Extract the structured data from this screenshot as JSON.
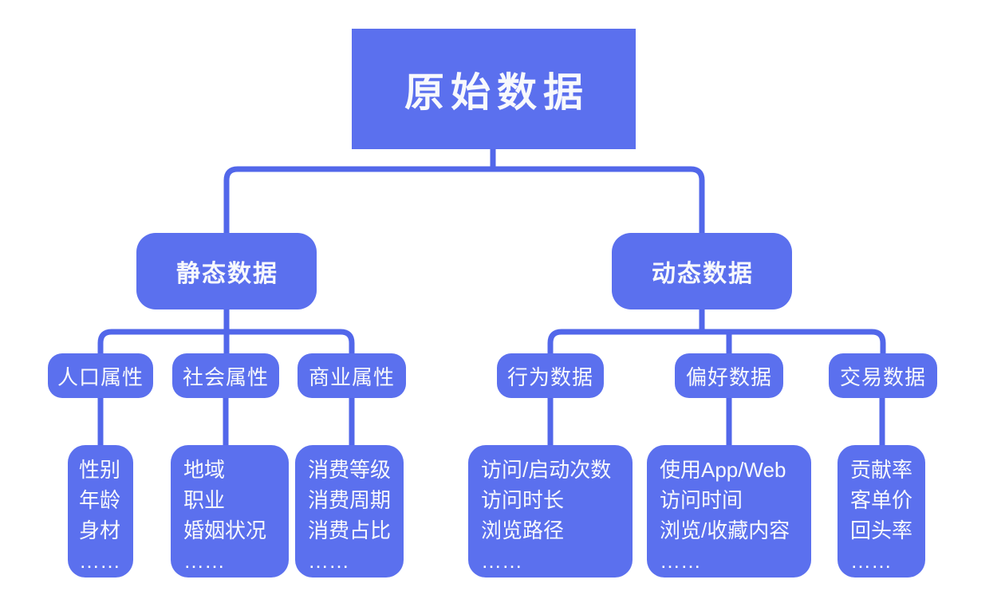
{
  "root": {
    "label": "原始数据"
  },
  "branches": [
    {
      "label": "静态数据",
      "children": [
        {
          "label": "人口属性",
          "details": [
            "性别",
            "年龄",
            "身材",
            "……"
          ]
        },
        {
          "label": "社会属性",
          "details": [
            "地域",
            "职业",
            "婚姻状况",
            "……"
          ]
        },
        {
          "label": "商业属性",
          "details": [
            "消费等级",
            "消费周期",
            "消费占比",
            "……"
          ]
        }
      ]
    },
    {
      "label": "动态数据",
      "children": [
        {
          "label": "行为数据",
          "details": [
            "访问/启动次数",
            "访问时长",
            "浏览路径",
            "……"
          ]
        },
        {
          "label": "偏好数据",
          "details": [
            "使用App/Web",
            "访问时间",
            "浏览/收藏内容",
            "……"
          ]
        },
        {
          "label": "交易数据",
          "details": [
            "贡献率",
            "客单价",
            "回头率",
            "……"
          ]
        }
      ]
    }
  ],
  "colors": {
    "box_fill": "#5B70EE",
    "connector_line": "#5267EA",
    "text": "#F8F9FC",
    "background": "#FFFFFF"
  }
}
